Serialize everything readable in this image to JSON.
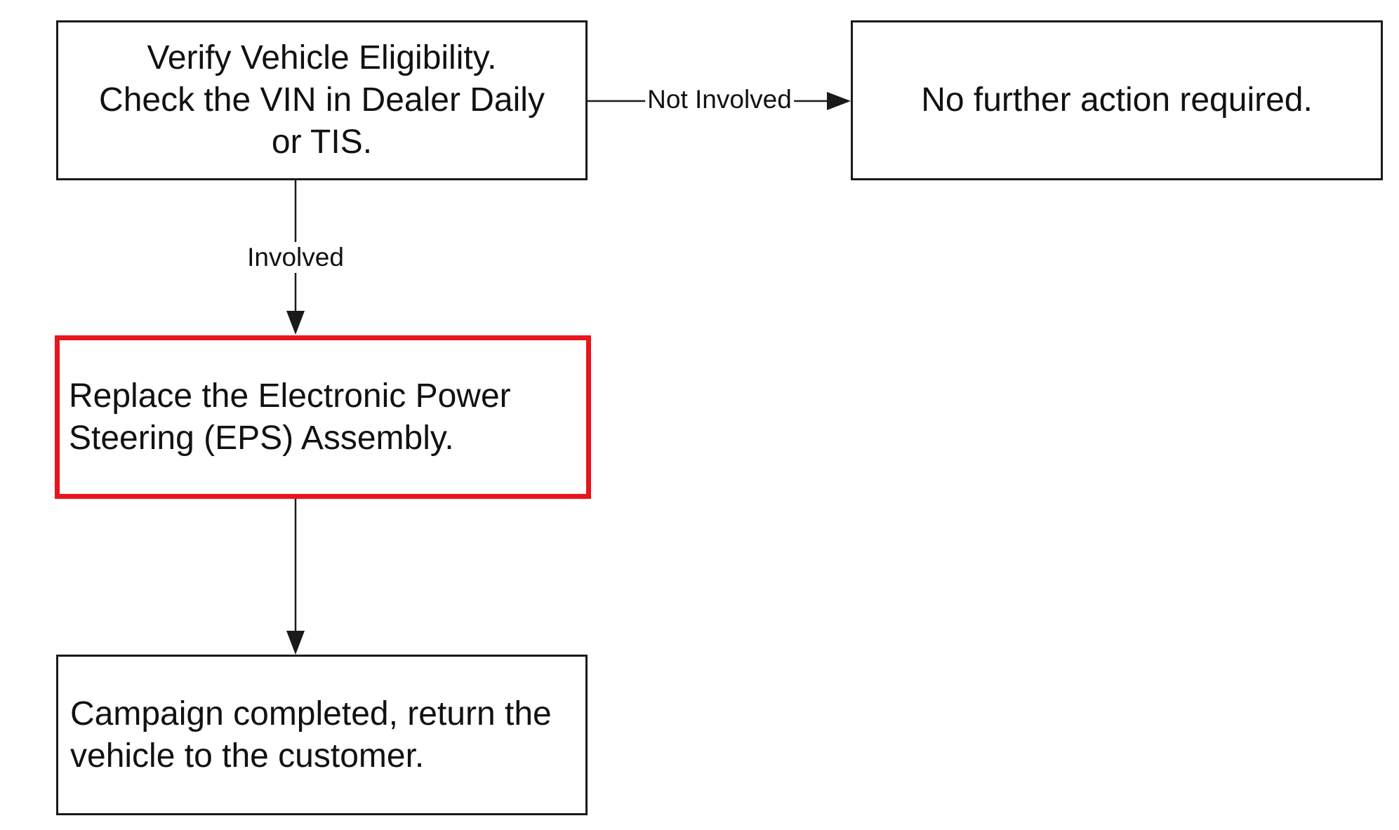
{
  "diagram": {
    "nodes": {
      "verify": {
        "lines": [
          "Verify Vehicle Eligibility.",
          "Check the VIN in Dealer Daily",
          "or TIS."
        ]
      },
      "no_action": {
        "text": "No further action required."
      },
      "replace_eps": {
        "lines": [
          "Replace the Electronic Power",
          "Steering (EPS) Assembly."
        ]
      },
      "campaign_completed": {
        "lines": [
          "Campaign completed, return the",
          "vehicle to the customer."
        ]
      }
    },
    "edges": {
      "not_involved": {
        "label": "Not Involved"
      },
      "involved": {
        "label": "Involved"
      }
    },
    "colors": {
      "highlight_border": "#e8151b",
      "box_border": "#1a1a1a",
      "line": "#1a1a1a"
    }
  }
}
